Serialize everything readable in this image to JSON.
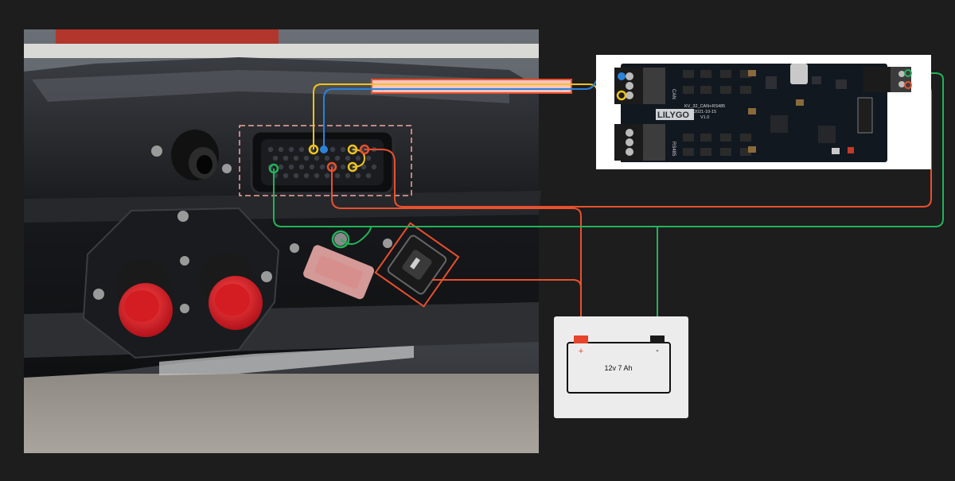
{
  "board": {
    "brand": "LILYGO",
    "model_text": "KV_32_CAN+RS485",
    "date_text": "2021-10-15",
    "version_text": "V1.0",
    "port_labels": [
      "CAN",
      "RS485"
    ]
  },
  "battery": {
    "label": "12v 7 Ah",
    "positive_symbol": "+",
    "negative_symbol": "-"
  },
  "colors": {
    "background": "#1d1d1d",
    "wire_red": "#e8502d",
    "wire_green": "#22b35a",
    "wire_yellow": "#f0c419",
    "wire_blue": "#2b82d9",
    "highlight_box": "#f4a5a0",
    "battery_panel": "#ececec",
    "battery_positive": "#e8432b",
    "battery_negative": "#1a1a1a",
    "pcb": "#121820"
  },
  "icons": [
    "connector-plug-icon",
    "obd-connector-icon",
    "usb-c-port-icon",
    "screw-terminal-icon",
    "battery-icon"
  ]
}
